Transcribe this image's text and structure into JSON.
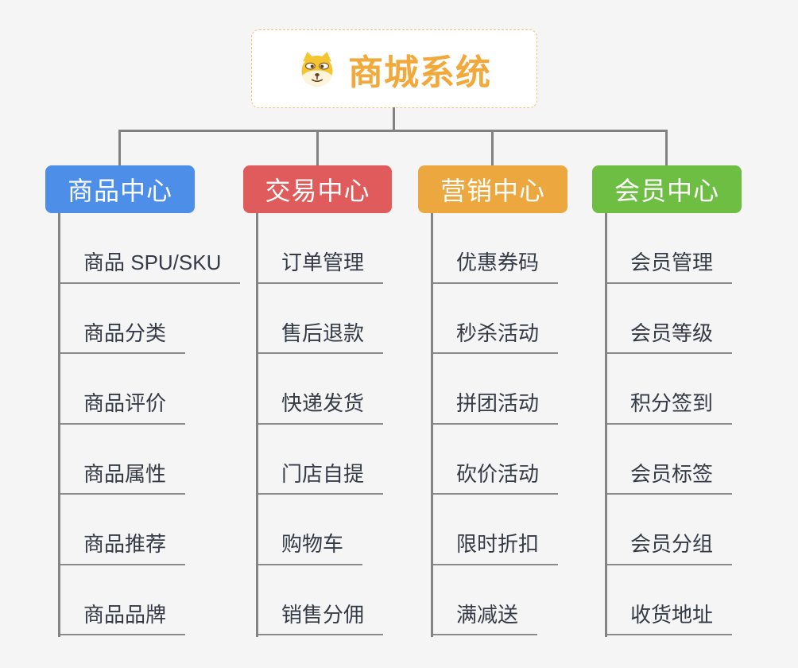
{
  "root": {
    "title": "商城系统",
    "icon": "dog-face"
  },
  "branches": [
    {
      "label": "商品中心",
      "color": "#4D8EE8",
      "children": [
        "商品 SPU/SKU",
        "商品分类",
        "商品评价",
        "商品属性",
        "商品推荐",
        "商品品牌"
      ]
    },
    {
      "label": "交易中心",
      "color": "#E05B5B",
      "children": [
        "订单管理",
        "售后退款",
        "快递发货",
        "门店自提",
        "购物车",
        "销售分佣"
      ]
    },
    {
      "label": "营销中心",
      "color": "#ECA83E",
      "children": [
        "优惠券码",
        "秒杀活动",
        "拼团活动",
        "砍价活动",
        "限时折扣",
        "满减送"
      ]
    },
    {
      "label": "会员中心",
      "color": "#6FBE44",
      "children": [
        "会员管理",
        "会员等级",
        "积分签到",
        "会员标签",
        "会员分组",
        "收货地址"
      ]
    }
  ],
  "palette": {
    "background": "#F5F5F5",
    "connector": "#828282",
    "underline": "#8A8A8A",
    "item_text": "#343B46",
    "root_text": "#F2A93B",
    "root_border": "#F2C279",
    "root_background": "#FFFFFF"
  }
}
